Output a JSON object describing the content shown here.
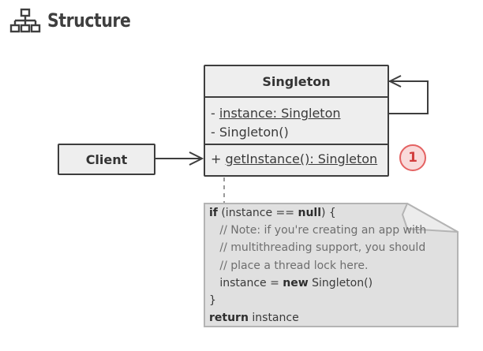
{
  "header": {
    "title": "Structure",
    "icon": "structure-hierarchy-icon"
  },
  "singleton": {
    "name": "Singleton",
    "fields": [
      {
        "prefix": "- ",
        "text": "instance: Singleton",
        "underline": true
      },
      {
        "prefix": "- ",
        "text": "Singleton()",
        "underline": false
      }
    ],
    "methods": [
      {
        "prefix": "+ ",
        "text": "getInstance(): Singleton",
        "underline": true
      }
    ]
  },
  "client": {
    "name": "Client"
  },
  "badge": {
    "number": "1"
  },
  "note": {
    "lines": [
      [
        {
          "t": "if",
          "k": "kw"
        },
        {
          "t": " (instance == ",
          "k": ""
        },
        {
          "t": "null",
          "k": "kw"
        },
        {
          "t": ") {",
          "k": ""
        }
      ],
      [
        {
          "t": "   // Note: if you're creating an app with",
          "k": "cm"
        }
      ],
      [
        {
          "t": "   // multithreading support, you should",
          "k": "cm"
        }
      ],
      [
        {
          "t": "   // place a thread lock here.",
          "k": "cm"
        }
      ],
      [
        {
          "t": "   instance = ",
          "k": ""
        },
        {
          "t": "new",
          "k": "kw"
        },
        {
          "t": " Singleton()",
          "k": ""
        }
      ],
      [
        {
          "t": "}",
          "k": ""
        }
      ],
      [
        {
          "t": "return",
          "k": "kw"
        },
        {
          "t": " instance",
          "k": ""
        }
      ]
    ]
  },
  "colors": {
    "stroke": "#3e3e3e",
    "box_fill": "#eeeeee",
    "note_fill": "#e0e0e0",
    "note_stroke": "#b4b4b4",
    "badge_fill": "#f9dada",
    "badge_stroke": "#e46262"
  }
}
